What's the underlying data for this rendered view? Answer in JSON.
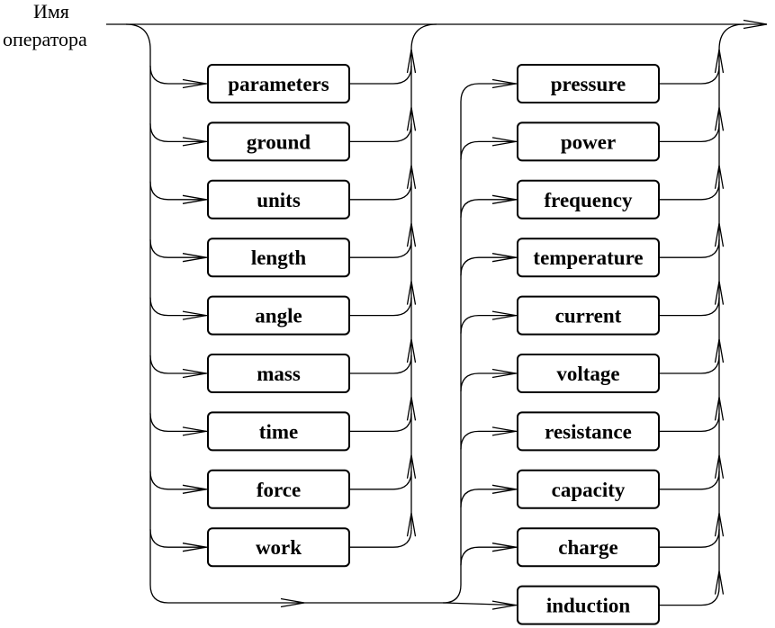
{
  "title": {
    "line1": "Имя",
    "line2": "оператора"
  },
  "left_column": [
    "parameters",
    "ground",
    "units",
    "length",
    "angle",
    "mass",
    "time",
    "force",
    "work"
  ],
  "right_column": [
    "pressure",
    "power",
    "frequency",
    "temperature",
    "current",
    "voltage",
    "resistance",
    "capacity",
    "charge",
    "induction"
  ]
}
